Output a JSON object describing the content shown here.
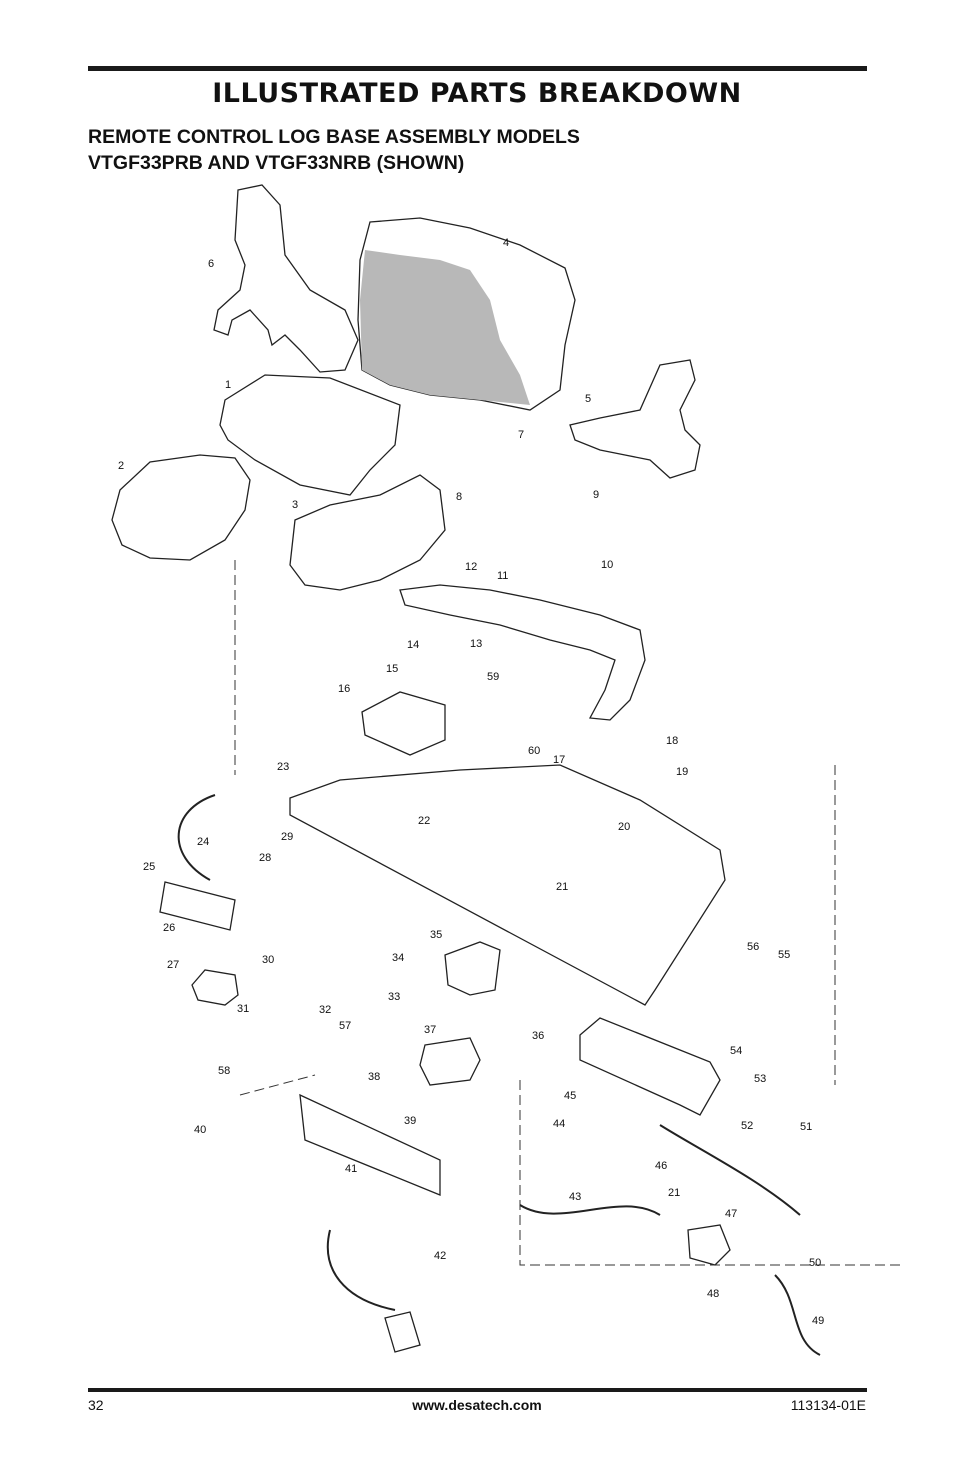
{
  "title": "ILLUSTRATED PARTS BREAKDOWN",
  "subtitle_line1": "REMOTE CONTROL LOG BASE ASSEMBLY MODELS",
  "subtitle_line2": "VTGF33PRB AND VTGF33NRB (SHOWN)",
  "footer": {
    "page_number": "32",
    "website": "www.desatech.com",
    "doc_number": "113134-01E"
  },
  "part_callouts": [
    "1",
    "2",
    "3",
    "4",
    "5",
    "6",
    "7",
    "8",
    "9",
    "10",
    "11",
    "12",
    "13",
    "14",
    "15",
    "16",
    "17",
    "18",
    "19",
    "20",
    "21",
    "22",
    "23",
    "24",
    "25",
    "26",
    "27",
    "28",
    "29",
    "30",
    "31",
    "32",
    "33",
    "34",
    "35",
    "36",
    "37",
    "38",
    "39",
    "40",
    "41",
    "42",
    "43",
    "44",
    "45",
    "46",
    "47",
    "48",
    "49",
    "50",
    "51",
    "52",
    "53",
    "54",
    "55",
    "56",
    "57",
    "58",
    "59",
    "60",
    "21"
  ]
}
